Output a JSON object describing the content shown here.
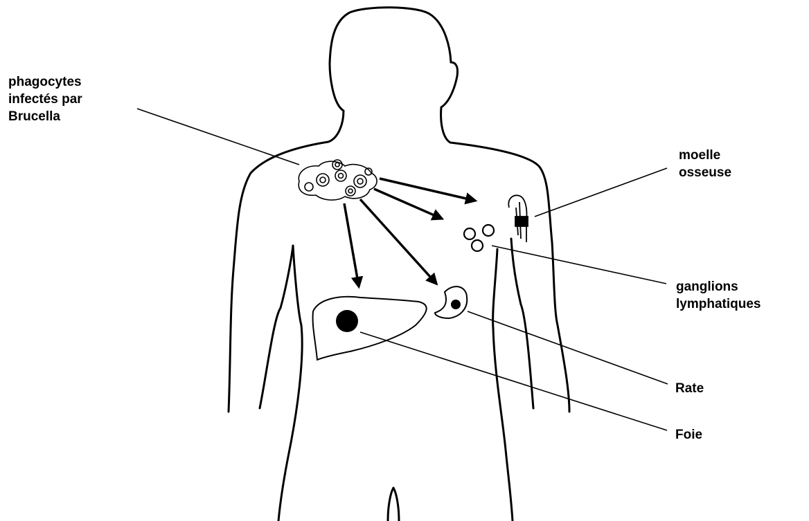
{
  "labels": {
    "phagocytes": [
      "phagocytes",
      "infectés par",
      "Brucella"
    ],
    "moelle": [
      "moelle",
      "osseuse"
    ],
    "ganglions": [
      "ganglions",
      "lymphatiques"
    ],
    "rate": "Rate",
    "foie": "Foie"
  },
  "colors": {
    "stroke": "#000000",
    "background": "#ffffff"
  }
}
